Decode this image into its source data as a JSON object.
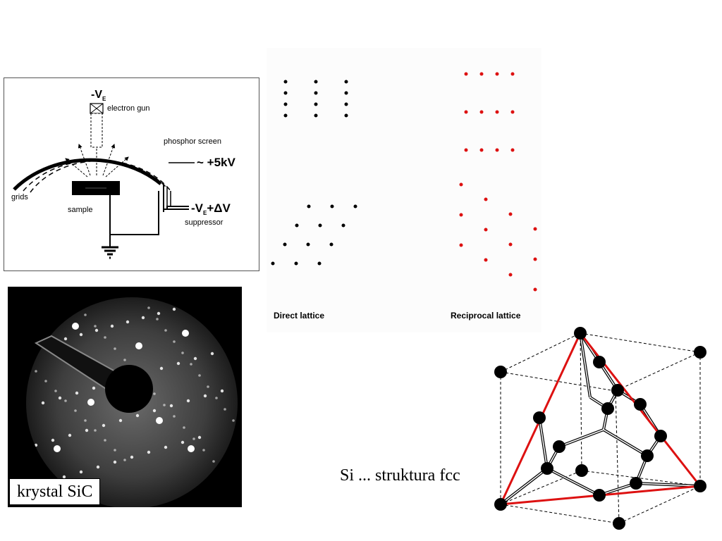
{
  "leed": {
    "labels": {
      "vE": "-V",
      "vE_sub": "E",
      "electron_gun": "electron gun",
      "phosphor_screen": "phosphor screen",
      "high_voltage": "~ +5kV",
      "grids": "grids",
      "sample": "sample",
      "supp_voltage_a": "-V",
      "supp_voltage_sub": "E",
      "supp_voltage_b": "+ΔV",
      "suppressor": "suppressor"
    }
  },
  "lattice": {
    "direct_label": "Direct lattice",
    "reciprocal_label": "Reciprocal lattice",
    "direct_color": "#000000",
    "reciprocal_color": "#dd1111"
  },
  "photo": {
    "caption": "krystal SiC"
  },
  "fcc": {
    "caption": "Si ... struktura fcc",
    "edge_color": "#dd1111"
  }
}
